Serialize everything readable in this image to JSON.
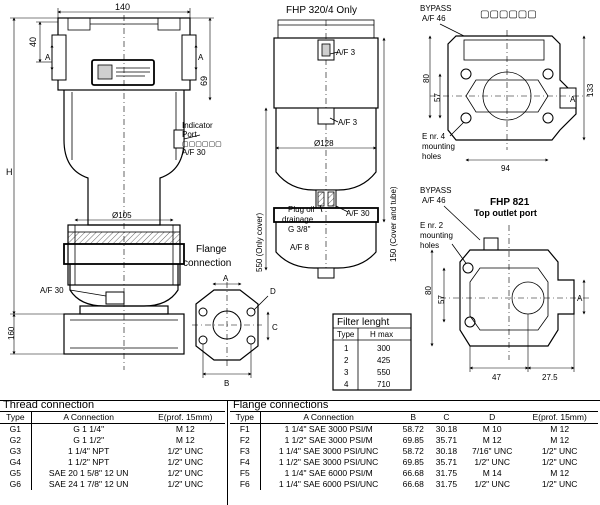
{
  "main_view": {
    "dim_width": "140",
    "dim_top": "40",
    "dim_inlet": "69",
    "dim_height": "H",
    "dim_base": "160",
    "dim_diameter": "Ø105",
    "label_a": "A",
    "indicator": "Indicator\nPort\n▢▢▢▢▢▢\nA/F 30",
    "af_bottom": "A/F 30"
  },
  "side_view": {
    "title": "FHP 320/4 Only",
    "af_top": "A/F 3",
    "af_mid": "A/F 3",
    "diameter": "Ø128",
    "dim_left": "550 (Only cover)",
    "dim_right": "150 (Cover and tube)",
    "plug": "Plug oil\ndrainage\nG 3/8\"\nA/F 8",
    "af_plug": "A/F 30"
  },
  "top_view": {
    "bypass": "BYPASS\nA/F 46",
    "boxes": "▢▢▢▢▢▢",
    "dim_80": "80",
    "dim_57": "57",
    "dim_a": "A",
    "dim_133": "133",
    "mounting": "E nr. 4\nmounting\nholes",
    "dim_94": "94"
  },
  "fhp821": {
    "bypass": "BYPASS\nA/F 46",
    "title": "FHP 821",
    "subtitle": "Top outlet port",
    "mounting": "E nr. 2\nmounting\nholes",
    "dim_80": "80",
    "dim_57": "57",
    "dim_a": "A",
    "dim_47": "47",
    "dim_27": "27.5"
  },
  "flange": {
    "label": "Flange\nconnection",
    "a": "A",
    "b": "B",
    "c": "C",
    "d": "D"
  },
  "filter_length": {
    "title": "Filter lenght",
    "headers": [
      "Type",
      "H max"
    ],
    "rows": [
      [
        "1",
        "300"
      ],
      [
        "2",
        "425"
      ],
      [
        "3",
        "550"
      ],
      [
        "4",
        "710"
      ]
    ]
  },
  "thread_table": {
    "title": "Thread connection",
    "headers": [
      "Type",
      "A  Connection",
      "E(prof. 15mm)"
    ],
    "rows": [
      [
        "G1",
        "G 1 1/4\"",
        "M 12"
      ],
      [
        "G2",
        "G 1 1/2\"",
        "M 12"
      ],
      [
        "G3",
        "1 1/4\" NPT",
        "1/2\" UNC"
      ],
      [
        "G4",
        "1 1/2\" NPT",
        "1/2\" UNC"
      ],
      [
        "G5",
        "SAE 20   1 5/8\" 12 UN",
        "1/2\" UNC"
      ],
      [
        "G6",
        "SAE 24   1 7/8\" 12 UN",
        "1/2\" UNC"
      ]
    ]
  },
  "flange_table": {
    "title": "Flange connections",
    "headers": [
      "Type",
      "A  Connection",
      "B",
      "C",
      "D",
      "E(prof. 15mm)"
    ],
    "rows": [
      [
        "F1",
        "1 1/4\" SAE   3000 PSI/M",
        "58.72",
        "30.18",
        "M 10",
        "M 12"
      ],
      [
        "F2",
        "1 1/2\" SAE   3000 PSI/M",
        "69.85",
        "35.71",
        "M 12",
        "M 12"
      ],
      [
        "F3",
        "1 1/4\" SAE   3000 PSI/UNC",
        "58.72",
        "30.18",
        "7/16\" UNC",
        "1/2\" UNC"
      ],
      [
        "F4",
        "1 1/2\" SAE   3000 PSI/UNC",
        "69.85",
        "35.71",
        "1/2\" UNC",
        "1/2\" UNC"
      ],
      [
        "F5",
        "1 1/4\" SAE   6000 PSI/M",
        "66.68",
        "31.75",
        "M 14",
        "M 12"
      ],
      [
        "F6",
        "1 1/4\" SAE   6000 PSI/UNC",
        "66.68",
        "31.75",
        "1/2\" UNC",
        "1/2\" UNC"
      ]
    ]
  }
}
